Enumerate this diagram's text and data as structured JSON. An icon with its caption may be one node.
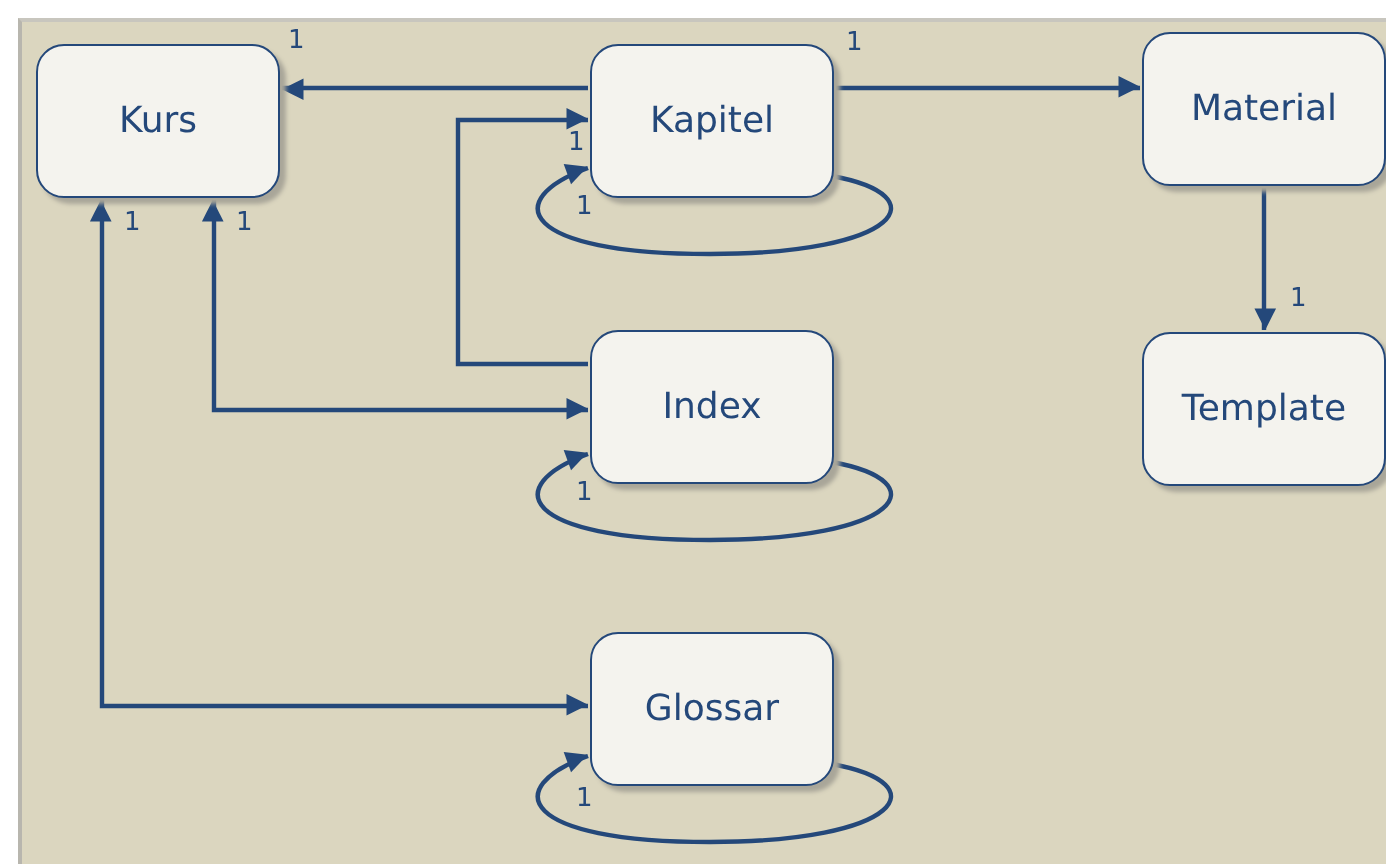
{
  "diagram": {
    "nodes": [
      {
        "text": [
          "Kurs"
        ]
      },
      {
        "text": [
          "Kapitel"
        ]
      },
      {
        "text": [
          "Material"
        ]
      },
      {
        "text": [
          "Index"
        ]
      },
      {
        "text": [
          "Template"
        ]
      },
      {
        "text": [
          "Glossar"
        ]
      }
    ],
    "edges": [
      {
        "from": 1,
        "to": 0,
        "arrow": "to",
        "label": "1"
      },
      {
        "from": 1,
        "to": 2,
        "arrow": "to",
        "label": "1"
      },
      {
        "from": 3,
        "to": 1,
        "arrow": "to",
        "label": "1"
      },
      {
        "from": 1,
        "to": 1,
        "arrow": "to",
        "label": "1"
      },
      {
        "from": 3,
        "to": 0,
        "arrow": "both",
        "label": "1"
      },
      {
        "from": 3,
        "to": 3,
        "arrow": "to",
        "label": "1"
      },
      {
        "from": 5,
        "to": 0,
        "arrow": "both",
        "label": "1"
      },
      {
        "from": 5,
        "to": 5,
        "arrow": "to",
        "label": "1"
      },
      {
        "from": 2,
        "to": 4,
        "arrow": "to",
        "label": "1"
      }
    ]
  }
}
